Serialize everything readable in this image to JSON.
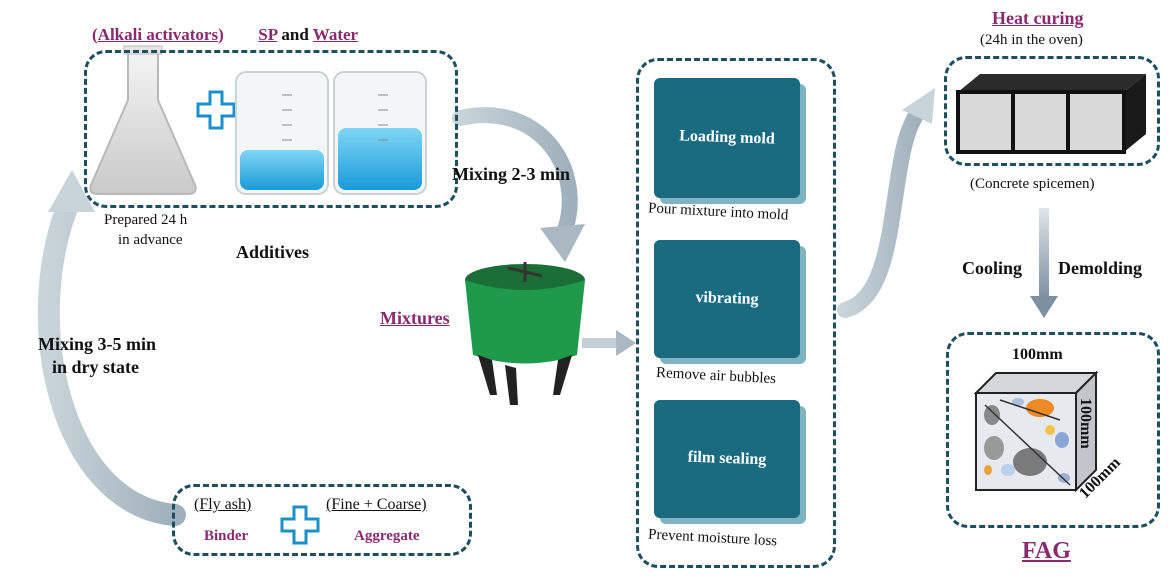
{
  "additives": {
    "header_open": "(",
    "header_activators": "Alkali activators",
    "header_close": ")",
    "header_sp": "SP",
    "header_and": " and ",
    "header_water": "Water",
    "flask_caption_line1": "Prepared 24 h",
    "flask_caption_line2": "in advance",
    "label": "Additives"
  },
  "steps": {
    "mixing_wet": "Mixing 2-3 min",
    "mixing_dry_line1": "Mixing 3-5 min",
    "mixing_dry_line2": "in dry state",
    "mixtures": "Mixtures"
  },
  "raw_materials": {
    "flyash": "(Fly ash)",
    "aggregate_spec": "(Fine + Coarse)",
    "binder": "Binder",
    "aggregate": "Aggregate"
  },
  "casting": [
    {
      "panel": "Loading mold",
      "caption": "Pour mixture into mold"
    },
    {
      "panel": "vibrating",
      "caption": "Remove air bubbles"
    },
    {
      "panel": "film sealing",
      "caption": "Prevent moisture loss"
    }
  ],
  "curing": {
    "title": "Heat curing",
    "subtitle": "(24h in the oven)",
    "specimen_caption": "(Concrete spicemen)",
    "cooling": "Cooling",
    "demolding": "Demolding"
  },
  "cube": {
    "dim_top": "100mm",
    "dim_side": "100mm",
    "dim_bottom": "100mm",
    "label": "FAG"
  },
  "colors": {
    "border": "#1f4e5f",
    "panel": "#1a6b80",
    "accent": "#8a2a6e",
    "plus": "#1a8fc9",
    "mixer": "#1e9a4a"
  }
}
